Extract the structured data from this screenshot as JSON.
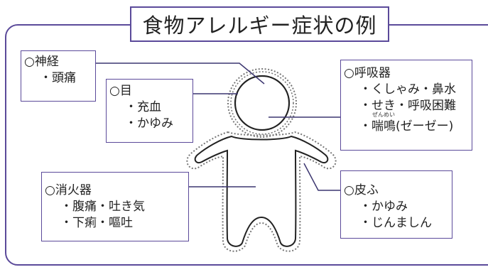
{
  "title": "食物アレルギー症状の例",
  "colors": {
    "frame": "#5b4a9a",
    "connector": "#3c3670",
    "body_outline": "#222222",
    "body_dots": "#777777"
  },
  "boxes": {
    "nerve": {
      "heading": "○神経",
      "items": [
        "・頭痛"
      ]
    },
    "eye": {
      "heading": "○目",
      "items": [
        "・充血",
        "・かゆみ"
      ]
    },
    "breath": {
      "heading": "○呼吸器",
      "items": [
        "・くしゃみ・鼻水",
        "・せき・呼吸困難"
      ],
      "last_item": {
        "prefix": "・",
        "word": "喘鳴",
        "ruby": "ぜんめい",
        "suffix": "(ゼーゼー)"
      }
    },
    "digest": {
      "heading": "○消火器",
      "items": [
        "・腹痛・吐き気",
        "・下痢・嘔吐"
      ]
    },
    "skin": {
      "heading": "○皮ふ",
      "items": [
        "・かゆみ",
        "・じんましん"
      ]
    }
  }
}
